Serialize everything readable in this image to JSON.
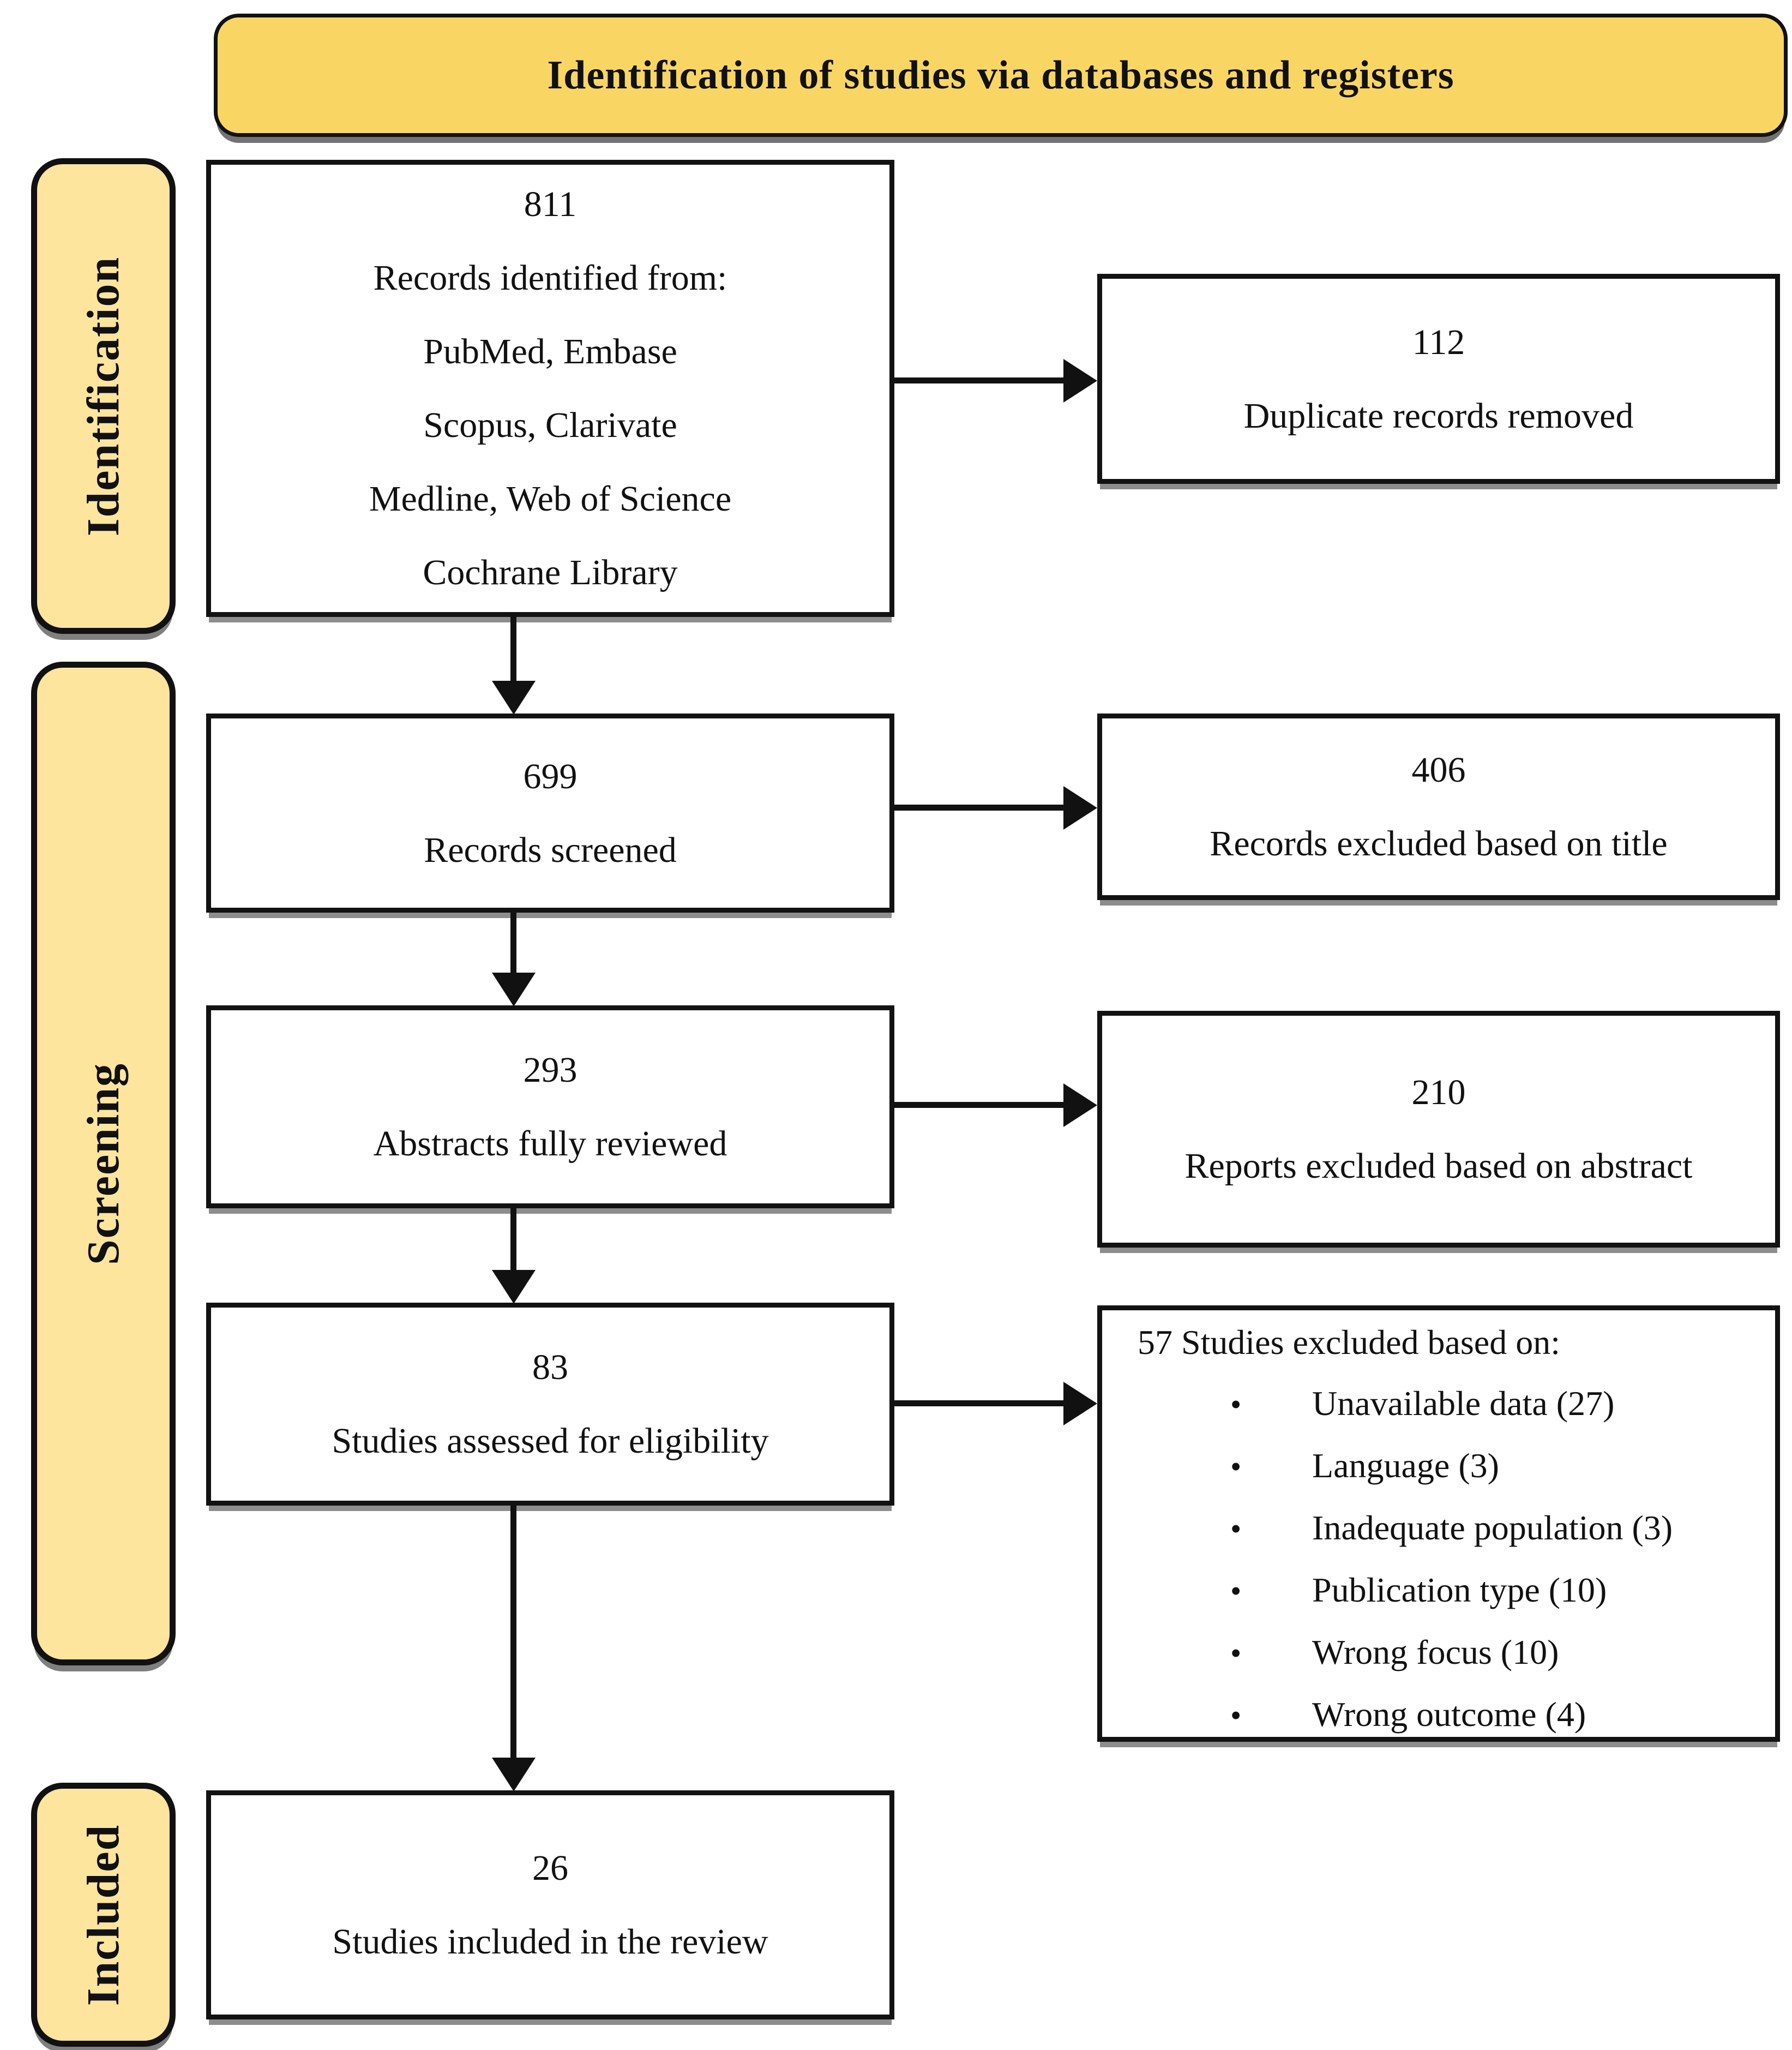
{
  "header": {
    "title": "Identification of studies via databases and registers"
  },
  "sidebar": {
    "stages": [
      {
        "label": "Identification"
      },
      {
        "label": "Screening"
      },
      {
        "label": "Included"
      }
    ]
  },
  "flow": {
    "main": [
      {
        "count": "811",
        "lines": [
          "Records identified from:",
          "PubMed, Embase",
          "Scopus, Clarivate",
          "Medline, Web of Science",
          "Cochrane Library"
        ]
      },
      {
        "count": "699",
        "label": "Records screened"
      },
      {
        "count": "293",
        "label": "Abstracts fully reviewed"
      },
      {
        "count": "83",
        "label": "Studies assessed for eligibility"
      },
      {
        "count": "26",
        "label": "Studies included in the review"
      }
    ],
    "side": [
      {
        "count": "112",
        "label": "Duplicate records removed"
      },
      {
        "count": "406",
        "label": "Records excluded based on title"
      },
      {
        "count": "210",
        "label": "Reports excluded based on abstract"
      },
      {
        "header": "57 Studies excluded based on:",
        "bullet_glyph": "•",
        "bullets": [
          "Unavailable data (27)",
          "Language (3)",
          "Inadequate population (3)",
          "Publication type (10)",
          "Wrong focus (10)",
          "Wrong outcome (4)"
        ]
      }
    ]
  },
  "colors": {
    "banner_fill": "#F9D664",
    "stage_fill": "#FDE59E",
    "box_fill": "#FFFFFF",
    "shadow": "#8D8D8D"
  }
}
